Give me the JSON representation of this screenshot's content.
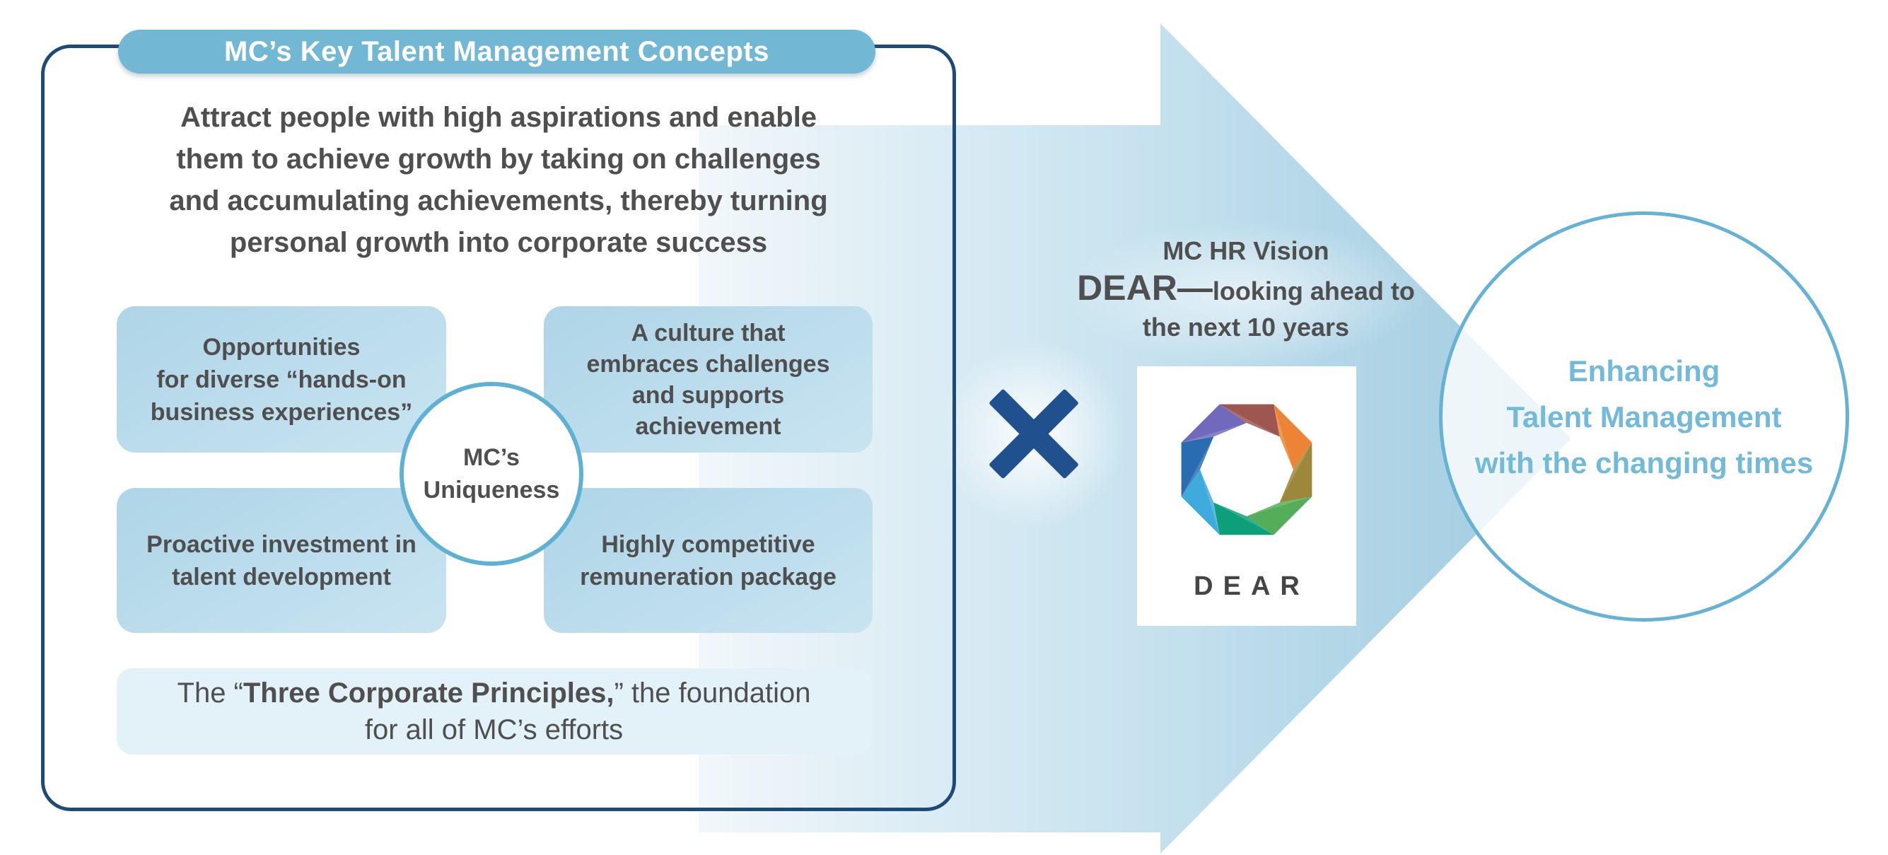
{
  "colors": {
    "accent_blue": "#72b7d3",
    "navy_border": "#1e4a78",
    "cross_navy": "#20508e",
    "feature_box_fill": "#aed5e7",
    "feature_box_fill_light": "#c9e4f1",
    "principles_box_fill": "#e3f1f9",
    "uniqueness_circle_border": "#5fb1d4",
    "outcome_circle_border": "#66b2d4",
    "outcome_text": "#73b9d8",
    "body_text": "#4f4f4f",
    "flow_arrow_gradient": [
      "#f2f7fa",
      "#d9ebf4",
      "#c5e1ee",
      "#b4d7e8",
      "#9fcbdf"
    ]
  },
  "panel": {
    "title": "MC’s Key Talent Management Concepts",
    "intro_lines": [
      "Attract people with high aspirations and enable",
      "them to achieve growth by taking on challenges",
      "and accumulating achievements, thereby turning",
      "personal growth into corporate success"
    ],
    "feature_boxes": [
      {
        "lines": [
          "Opportunities",
          "for diverse “hands-on",
          "business experiences”"
        ]
      },
      {
        "lines": [
          "A culture that",
          "embraces challenges",
          "and supports",
          "achievement"
        ]
      },
      {
        "lines": [
          "Proactive investment in",
          "talent development"
        ]
      },
      {
        "lines": [
          "Highly competitive",
          "remuneration package"
        ]
      }
    ],
    "uniqueness_circle": {
      "lines": [
        "MC’s",
        "Uniqueness"
      ]
    },
    "principles": {
      "prefix": "The “",
      "bold": "Three Corporate Principles,",
      "suffix": "” the foundation",
      "line2": "for all of MC’s efforts"
    }
  },
  "operator": {
    "symbol": "×"
  },
  "vision": {
    "label": "MC HR Vision",
    "headline_strong": "DEAR—",
    "headline_rest": "looking ahead to",
    "headline_line2": "the next 10 years",
    "logo_wordmark": "DEAR",
    "logo_segment_colors": [
      "#9e5651",
      "#ec8335",
      "#9c873b",
      "#54ad58",
      "#0d9f79",
      "#3fabdc",
      "#2a6cb2",
      "#7169bb"
    ]
  },
  "outcome": {
    "lines": [
      "Enhancing",
      "Talent Management",
      "with the changing times"
    ]
  }
}
